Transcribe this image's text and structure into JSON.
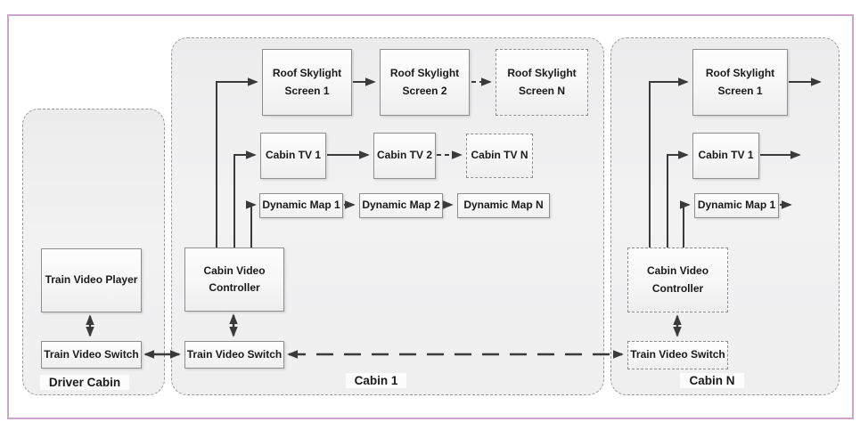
{
  "colors": {
    "frame_border": "#cda4cb",
    "page_bg": "#ffffff",
    "container_border": "#9a9a9a",
    "node_border": "#8e8e8e",
    "line": "#3a3a3a",
    "text": "#1a1a1a"
  },
  "cabins": {
    "driver": {
      "label": "Driver Cabin",
      "nodes": {
        "player": "Train Video Player",
        "switch": "Train Video Switch"
      }
    },
    "cabin1": {
      "label": "Cabin 1",
      "nodes": {
        "roof1": "Roof Skylight Screen 1",
        "roof2": "Roof Skylight Screen 2",
        "roofN": "Roof Skylight Screen N",
        "tv1": "Cabin TV 1",
        "tv2": "Cabin TV 2",
        "tvN": "Cabin TV N",
        "map1": "Dynamic Map 1",
        "map2": "Dynamic Map 2",
        "mapN": "Dynamic Map N",
        "controller": "Cabin Video Controller",
        "switch": "Train Video Switch"
      }
    },
    "cabinN": {
      "label": "Cabin N",
      "nodes": {
        "roof1": "Roof Skylight Screen 1",
        "tv1": "Cabin TV 1",
        "map1": "Dynamic Map 1",
        "controller": "Cabin Video Controller",
        "switch": "Train Video Switch"
      }
    }
  }
}
